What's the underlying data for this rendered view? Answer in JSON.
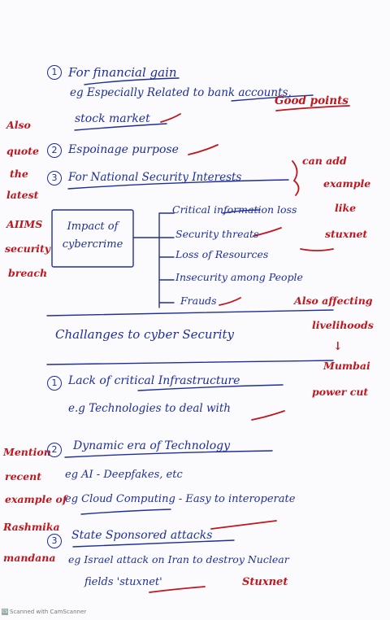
{
  "blue": {
    "p1_num": "1",
    "p1_line1": "For financial gain",
    "p1_line2": "eg Especially Related to bank accounts,",
    "p1_line3": "stock market",
    "p2_num": "2",
    "p2_line": "Espoinage purpose",
    "p3_num": "3",
    "p3_line": "For National Security Interests",
    "impact_box": "Impact of cybercrime",
    "branch1": "Critical information loss",
    "branch2": "Security threats",
    "branch3": "Loss of Resources",
    "branch4": "Insecurity among People",
    "branch5": "Frauds",
    "heading": "Challanges to cyber Security",
    "c1_num": "1",
    "c1_line1": "Lack of critical Infrastructure",
    "c1_line2": "e.g Technologies to deal with",
    "c2_num": "2",
    "c2_line1": "Dynamic era of Technology",
    "c2_line2": "eg AI - Deepfakes, etc",
    "c2_line3": "eg Cloud Computing - Easy to interoperate",
    "c3_num": "3",
    "c3_line1": "State Sponsored attacks",
    "c3_line2": "eg Israel attack on Iran to destroy Nuclear",
    "c3_line3": "fields 'stuxnet'"
  },
  "red": {
    "good_points": "Good points",
    "also_quote": [
      "Also",
      "quote",
      "the",
      "latest",
      "AIIMS",
      "security",
      "breach"
    ],
    "can_add": [
      "can add",
      "example",
      "like",
      "stuxnet"
    ],
    "also_affecting": [
      "Also affecting",
      "livelihoods",
      "↓",
      "Mumbai",
      "power cut"
    ],
    "mention": [
      "Mention",
      "recent",
      "example of",
      "Rashmika",
      "mandana"
    ],
    "stuxnet": "Stuxnet"
  },
  "footer": {
    "badge": "CS",
    "text": "Scanned with CamScanner"
  }
}
